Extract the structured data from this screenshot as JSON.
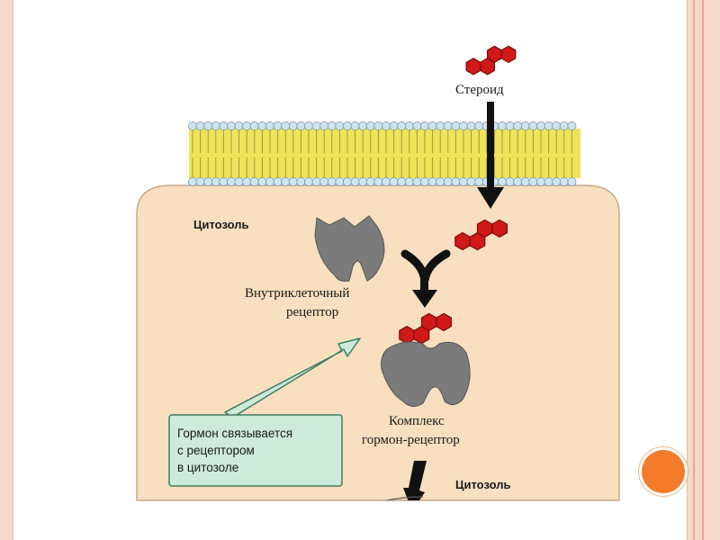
{
  "labels": {
    "steroid": "Стероид",
    "cytosol_top": "Цитозоль",
    "receptor_line1": "Внутриклеточный",
    "receptor_line2": "рецептор",
    "complex_line1": "Комплекс",
    "complex_line2": "гормон-рецептор",
    "callout_line1": "Гормон связывается",
    "callout_line2": "с рецептором",
    "callout_line3": "в цитозоле",
    "cytosol_bottom": "Цитозоль"
  },
  "colors": {
    "cytosol_fill": "#f7dfc0",
    "membrane_yellow": "#efe35a",
    "lipid_head": "#cfe4ee",
    "steroid_red": "#d01919",
    "receptor_gray": "#7b7b7b",
    "callout_fill": "#cdeadb",
    "callout_border": "#3e7d63",
    "accent_orange": "#f47b2a"
  }
}
